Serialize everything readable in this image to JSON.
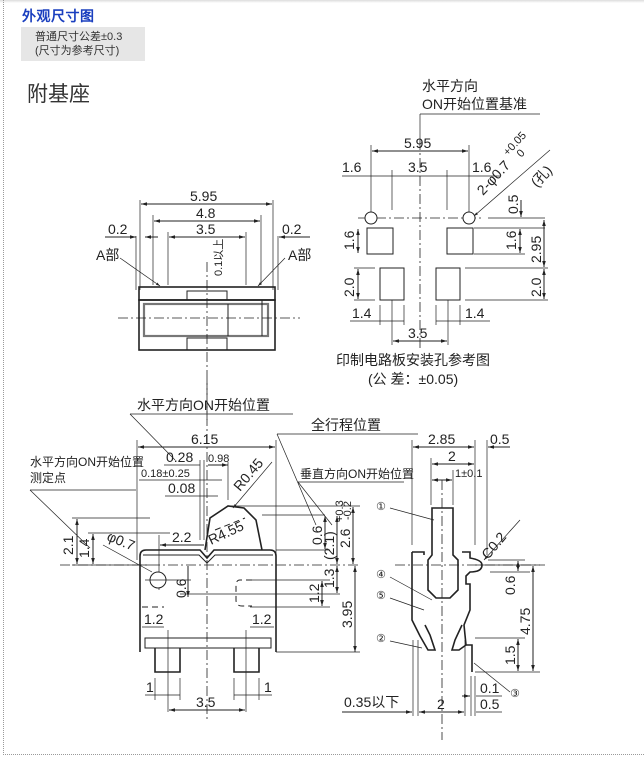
{
  "header": {
    "section_title": "外观尺寸图",
    "tolerance_note": [
      "普通尺寸公差±0.3",
      "(尺寸为参考尺寸)"
    ],
    "subtitle": "附基座"
  },
  "top_view": {
    "overall_width": "5.95",
    "inner_width": "4.8",
    "pitch": "3.5",
    "gap_left": "0.2",
    "gap_right": "0.2",
    "part_a_left": "A部",
    "part_a_right": "A部",
    "clearance": "0.1以上"
  },
  "pcb_layout": {
    "reference_label": [
      "水平方向",
      "ON开始位置基准"
    ],
    "overall_width": "5.95",
    "left_offset": "1.6",
    "center_gap": "3.5",
    "right_offset": "1.6",
    "hole_spec": "2-φ0.7",
    "hole_tolerance_upper": "+0.05",
    "hole_tolerance_lower": "0",
    "hole_label": "(孔)",
    "hole_offset": "0.5",
    "pad_height_left": "1.6",
    "pad_height_right": "1.6",
    "pad_row_spacing": "2.95",
    "lower_pad_height_left": "2.0",
    "lower_pad_height_right": "2.0",
    "lower_pad_width_left": "1.4",
    "lower_pad_width_right": "1.4",
    "lower_pitch": "3.5",
    "caption": "印制电路板安装孔参考图",
    "caption_tolerance": "(公 差：±0.05)"
  },
  "front_view": {
    "label_horizontal_on": "水平方向ON开始位置",
    "label_full_travel": "全行程位置",
    "label_vertical_on": "垂直方向ON开始位置",
    "label_measure_point": [
      "水平方向ON开始位置",
      "测定点"
    ],
    "overall_width": "6.15",
    "dim_028": "0.28",
    "dim_098": "0.98",
    "dim_018": "0.18±0.25",
    "dim_008": "0.08",
    "radius_tip": "R0.45",
    "radius_arc": "R4.55",
    "dim_21": "2.1",
    "dim_14": "1.4",
    "hole_dia": "φ0.7",
    "dim_22": "2.2",
    "dim_06_hole": "0.6",
    "dim_06": "0.6",
    "dim_21_ref": "(2.1)",
    "dim_26": "2.6",
    "dim_26_tol_upper": "+0.3",
    "dim_26_tol_lower": "-0.2",
    "dim_13": "1.3",
    "dim_12_right": "1.2",
    "dim_395": "3.95",
    "dim_12_left_pad": "1.2",
    "dim_12_right_pad": "1.2",
    "terminal_left": "1",
    "terminal_right": "1",
    "terminal_pitch": "3.5"
  },
  "side_view": {
    "overall_width": "2.85",
    "flange": "0.5",
    "actuator_width": "2",
    "actuator_tip": "1±0.1",
    "chamfer": "C0.2",
    "dim_06": "0.6",
    "dim_475": "4.75",
    "dim_15": "1.5",
    "dim_01": "0.1",
    "dim_05": "0.5",
    "dim_035": "0.35以下",
    "bottom_width": "2",
    "callouts": [
      "①",
      "②",
      "③",
      "④",
      "⑤"
    ]
  }
}
